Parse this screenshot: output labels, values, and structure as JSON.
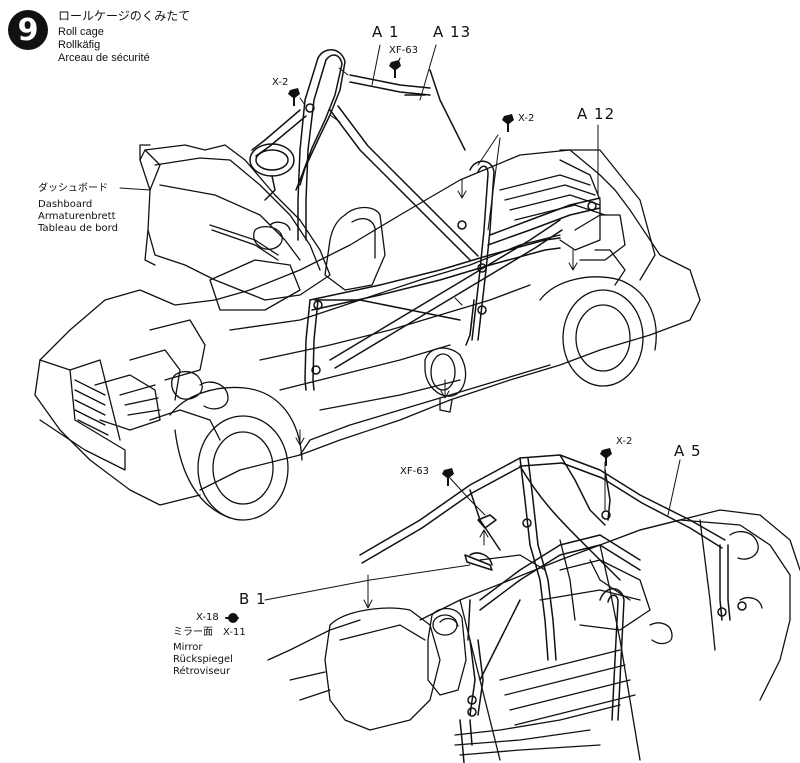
{
  "step": {
    "number": "9"
  },
  "title": {
    "jp": "ロールケージのくみたて",
    "en": "Roll cage",
    "de": "Rollkäfig",
    "fr": "Arceau de sécurité"
  },
  "parts": {
    "a1": "A 1",
    "a13": "A 13",
    "a12": "A 12",
    "a5": "A 5",
    "b1": "B 1"
  },
  "screws": {
    "xf63_top": "XF-63",
    "x2_left": "X-2",
    "x2_right": "X-2",
    "x2_bottom": "X-2",
    "xf63_bottom": "XF-63",
    "x18": "X-18",
    "x11_jp": "ミラー面",
    "x11": "X-11"
  },
  "dashboard": {
    "jp": "ダッシュボード",
    "en": "Dashboard",
    "de": "Armaturenbrett",
    "fr": "Tableau de bord"
  },
  "mirror": {
    "en": "Mirror",
    "de": "Rückspiegel",
    "fr": "Rétroviseur"
  }
}
